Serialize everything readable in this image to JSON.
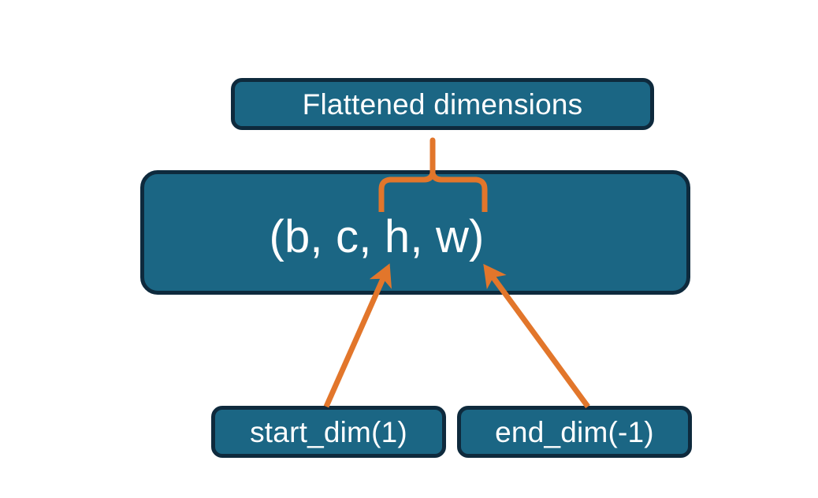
{
  "diagram": {
    "title_node": {
      "label": "Flattened dimensions",
      "name": "flattened-dimensions-box"
    },
    "shape_node": {
      "label": "(b, c, h, w)",
      "name": "tensor-shape-box",
      "dims": [
        "b",
        "c",
        "h",
        "w"
      ]
    },
    "argument_nodes": [
      {
        "label": "start_dim(1)",
        "name": "start-dim-box",
        "value": 1
      },
      {
        "label": "end_dim(-1)",
        "name": "end-dim-box",
        "value": -1
      }
    ],
    "annotations": {
      "brace_name": "flattened-range-brace",
      "arrow_start_name": "start-dim-arrow",
      "arrow_end_name": "end-dim-arrow"
    },
    "colors": {
      "box_fill": "#1b6684",
      "box_border": "#0e2a3d",
      "box_text": "#ffffff",
      "accent": "#e2762b",
      "background": "#ffffff"
    }
  }
}
